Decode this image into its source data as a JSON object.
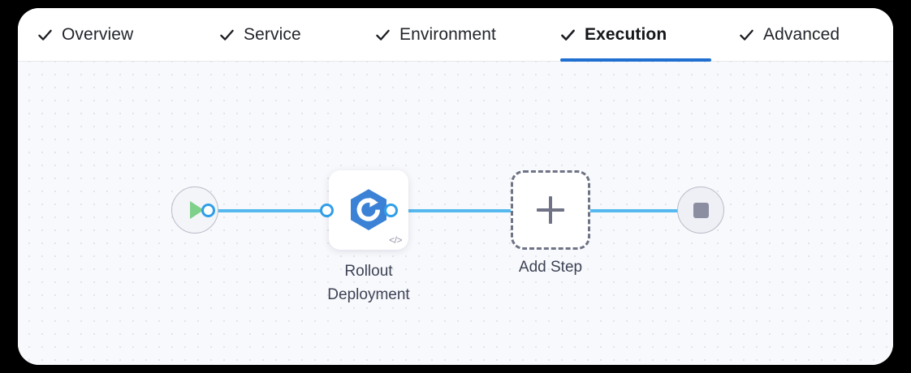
{
  "window": {
    "kind": "pipeline-execution-editor"
  },
  "tabs": [
    {
      "id": "overview",
      "label": "Overview",
      "icon": "check-icon",
      "completed": true,
      "active": false
    },
    {
      "id": "service",
      "label": "Service",
      "icon": "check-icon",
      "completed": true,
      "active": false
    },
    {
      "id": "environment",
      "label": "Environment",
      "icon": "check-icon",
      "completed": true,
      "active": false
    },
    {
      "id": "execution",
      "label": "Execution",
      "icon": "check-icon",
      "completed": true,
      "active": true
    },
    {
      "id": "advanced",
      "label": "Advanced",
      "icon": "check-icon",
      "completed": true,
      "active": false
    }
  ],
  "canvas": {
    "start_node": {
      "icon": "play-icon",
      "label": ""
    },
    "end_node": {
      "icon": "stop-icon",
      "label": ""
    },
    "step_node": {
      "icon": "rollout-deployment-icon",
      "badge": "</>",
      "label_line_1": "Rollout",
      "label_line_2": "Deployment"
    },
    "add_node": {
      "icon": "plus-icon",
      "label": "Add Step"
    }
  },
  "colors": {
    "active_tab_underline": "#1f6fd0",
    "connector_line": "#55b9ef",
    "connector_port": "#2f9ee8",
    "step_icon": "#3b82d6",
    "start_play": "#7fd08a",
    "end_stop": "#8b8ea0",
    "add_border": "#6f7385",
    "canvas_background": "#f8f9fc",
    "canvas_dot": "#e2e4ed"
  }
}
